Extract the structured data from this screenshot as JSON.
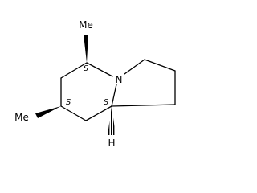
{
  "molecule": {
    "name": "",
    "atoms": {
      "nitrogen": "N",
      "bridgehead_hydrogen": "H",
      "methyl_top": "Me",
      "methyl_left": "Me"
    },
    "stereo_labels": {
      "c5": "S",
      "c7": "S",
      "c8a": "S"
    },
    "colors": {
      "bond": "#000000",
      "background": "#ffffff"
    }
  }
}
